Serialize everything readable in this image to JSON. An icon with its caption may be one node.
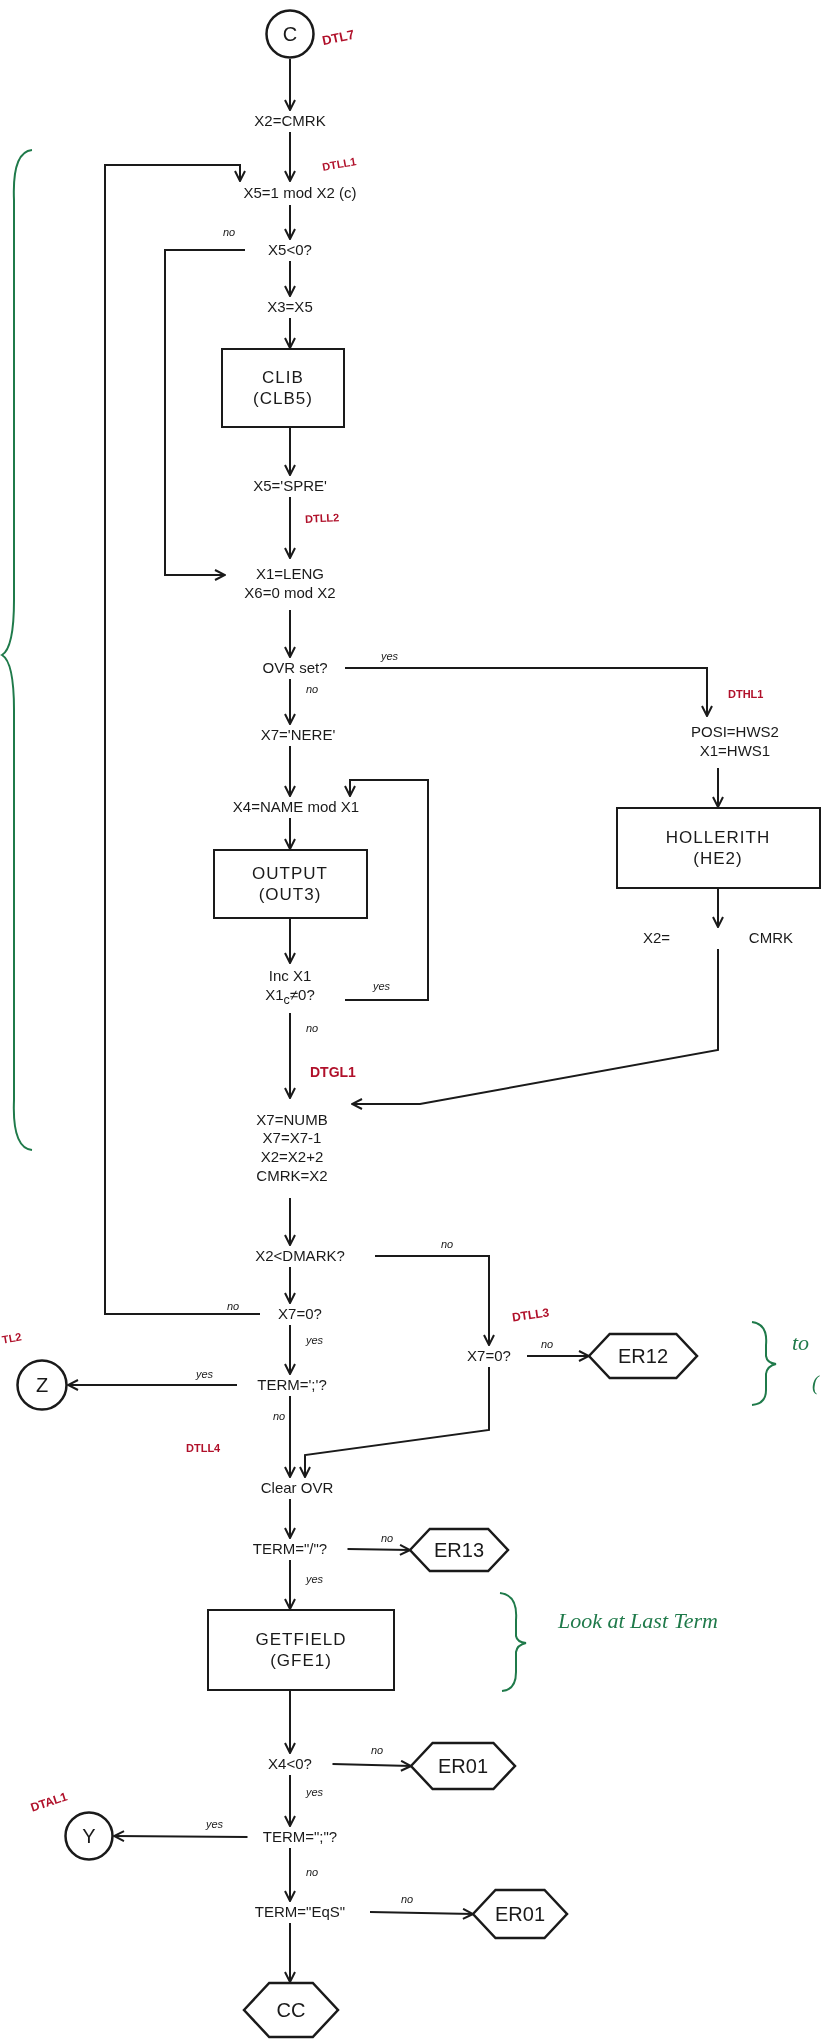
{
  "diagram": {
    "nodes": [
      {
        "text": [
          "C"
        ]
      },
      {
        "text": [
          "X2=CMRK"
        ]
      },
      {
        "text": [
          "X5=1 mod X2 (c)"
        ]
      },
      {
        "text": [
          "X5<0?"
        ]
      },
      {
        "text": [
          "X3=X5"
        ]
      },
      {
        "text": [
          "CLIB",
          "(CLB5)"
        ]
      },
      {
        "text": [
          "X5='SPRE'"
        ]
      },
      {
        "text": [
          "X1=LENG",
          "X6=0 mod X2"
        ]
      },
      {
        "text": [
          "OVR set?"
        ]
      },
      {
        "text": [
          "X7='NERE'"
        ]
      },
      {
        "text": [
          "X4=NAME mod X1"
        ]
      },
      {
        "text": [
          "OUTPUT",
          "(OUT3)"
        ]
      },
      {
        "text": [
          "Inc X1",
          "X1$_{c}$≠0?"
        ]
      },
      {
        "text": [
          "POSI=HWS2",
          "X1=HWS1"
        ]
      },
      {
        "text": [
          "HOLLERITH",
          "(HE2)"
        ]
      },
      {
        "text": [
          "X2=",
          "CMRK"
        ]
      },
      {
        "text": [
          "X7=NUMB",
          "X7=X7-1",
          "X2=X2+2",
          "CMRK=X2"
        ]
      },
      {
        "text": [
          "X2<DMARK?"
        ]
      },
      {
        "text": [
          "X7=0?"
        ]
      },
      {
        "text": [
          "X7=0?"
        ]
      },
      {
        "text": [
          "ER12"
        ]
      },
      {
        "text": [
          "Z"
        ]
      },
      {
        "text": [
          "TERM=';'?"
        ]
      },
      {
        "text": [
          "Clear OVR"
        ]
      },
      {
        "text": [
          "TERM=\"/\"?"
        ]
      },
      {
        "text": [
          "ER13"
        ]
      },
      {
        "text": [
          "GETFIELD",
          "(GFE1)"
        ]
      },
      {
        "text": [
          "X4<0?"
        ]
      },
      {
        "text": [
          "ER01"
        ]
      },
      {
        "text": [
          "Y"
        ]
      },
      {
        "text": [
          "TERM=\";\"?"
        ]
      },
      {
        "text": [
          "TERM=\"EqS\""
        ]
      },
      {
        "text": [
          "ER01"
        ]
      },
      {
        "text": [
          "CC"
        ]
      }
    ],
    "edges": [
      {
        "from": 0,
        "to": 1,
        "arrow": "to"
      },
      {
        "from": 1,
        "to": 2,
        "arrow": "to"
      },
      {
        "from": 18,
        "to": 2,
        "arrow": "to",
        "label": "no"
      },
      {
        "from": 2,
        "to": 3,
        "arrow": "to"
      },
      {
        "from": 3,
        "to": 4,
        "arrow": "to"
      },
      {
        "from": 3,
        "to": 7,
        "arrow": "to",
        "label": "no"
      },
      {
        "from": 4,
        "to": 5,
        "arrow": "to"
      },
      {
        "from": 5,
        "to": 6,
        "arrow": "to"
      },
      {
        "from": 6,
        "to": 7,
        "arrow": "to"
      },
      {
        "from": 7,
        "to": 8,
        "arrow": "to"
      },
      {
        "from": 8,
        "to": 9,
        "arrow": "to",
        "label": "no"
      },
      {
        "from": 8,
        "to": 13,
        "arrow": "to",
        "label": "yes"
      },
      {
        "from": 9,
        "to": 10,
        "arrow": "to"
      },
      {
        "from": 10,
        "to": 11,
        "arrow": "to"
      },
      {
        "from": 11,
        "to": 12,
        "arrow": "to"
      },
      {
        "from": 12,
        "to": 10,
        "arrow": "to",
        "label": "yes"
      },
      {
        "from": 12,
        "to": 16,
        "arrow": "to",
        "label": "no"
      },
      {
        "from": 13,
        "to": 14,
        "arrow": "to"
      },
      {
        "from": 14,
        "to": 15,
        "arrow": "to"
      },
      {
        "from": 15,
        "to": 16,
        "arrow": "to"
      },
      {
        "from": 16,
        "to": 17,
        "arrow": "to"
      },
      {
        "from": 17,
        "to": 18,
        "arrow": "to"
      },
      {
        "from": 17,
        "to": 19,
        "arrow": "to",
        "label": "no"
      },
      {
        "from": 18,
        "to": 22,
        "arrow": "to",
        "label": "yes"
      },
      {
        "from": 19,
        "to": 20,
        "arrow": "to",
        "label": "no"
      },
      {
        "from": 19,
        "to": 23,
        "arrow": "to"
      },
      {
        "from": 22,
        "to": 21,
        "arrow": "to",
        "label": "yes"
      },
      {
        "from": 22,
        "to": 23,
        "arrow": "to",
        "label": "no"
      },
      {
        "from": 23,
        "to": 24,
        "arrow": "to"
      },
      {
        "from": 24,
        "to": 25,
        "arrow": "to",
        "label": "no"
      },
      {
        "from": 24,
        "to": 26,
        "arrow": "to",
        "label": "yes"
      },
      {
        "from": 26,
        "to": 27,
        "arrow": "to"
      },
      {
        "from": 27,
        "to": 28,
        "arrow": "to",
        "label": "no"
      },
      {
        "from": 27,
        "to": 30,
        "arrow": "to",
        "label": "yes"
      },
      {
        "from": 30,
        "to": 29,
        "arrow": "to",
        "label": "yes"
      },
      {
        "from": 30,
        "to": 31,
        "arrow": "to",
        "label": "no"
      },
      {
        "from": 31,
        "to": 32,
        "arrow": "to",
        "label": "no"
      },
      {
        "from": 31,
        "to": 33,
        "arrow": "to"
      }
    ],
    "labels": [
      "DTL7",
      "DTLL1",
      "DTLL2",
      "DTHL1",
      "DTGL1",
      "DTLL3",
      "to",
      "(",
      "TL2",
      "DTLL4",
      "Look at Last Term",
      "DTAL1"
    ]
  }
}
